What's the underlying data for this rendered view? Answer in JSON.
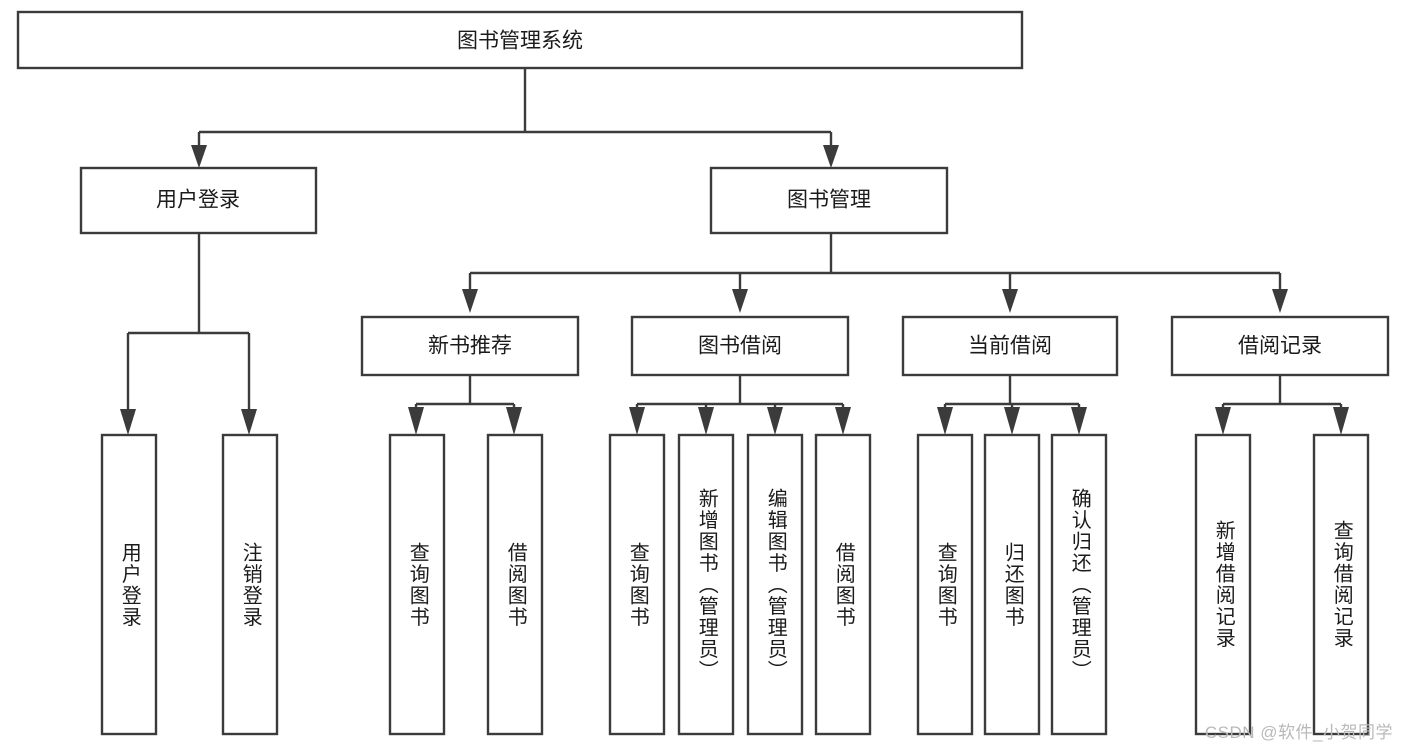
{
  "diagram": {
    "type": "tree-hierarchy-chart",
    "title": "图书管理系统",
    "orientation": "top-down",
    "colors": {
      "box_stroke": "#3b3b3b",
      "box_fill": "#ffffff",
      "connector": "#3b3b3b",
      "text": "#1b1b1b",
      "background": "#ffffff",
      "watermark": "#b9b9b9"
    },
    "levels": [
      {
        "level": 1,
        "nodes": [
          {
            "id": "root",
            "label": "图书管理系统",
            "text_direction": "horizontal"
          }
        ]
      },
      {
        "level": 2,
        "nodes": [
          {
            "id": "login",
            "label": "用户登录",
            "text_direction": "horizontal",
            "parent": "root"
          },
          {
            "id": "bookmgmt",
            "label": "图书管理",
            "text_direction": "horizontal",
            "parent": "root"
          }
        ]
      },
      {
        "level": 3,
        "nodes": [
          {
            "id": "newbooks",
            "label": "新书推荐",
            "text_direction": "horizontal",
            "parent": "bookmgmt"
          },
          {
            "id": "borrow",
            "label": "图书借阅",
            "text_direction": "horizontal",
            "parent": "bookmgmt"
          },
          {
            "id": "current",
            "label": "当前借阅",
            "text_direction": "horizontal",
            "parent": "bookmgmt"
          },
          {
            "id": "records",
            "label": "借阅记录",
            "text_direction": "horizontal",
            "parent": "bookmgmt"
          }
        ]
      },
      {
        "level": 4,
        "nodes": [
          {
            "id": "leaf-user-login",
            "label": "用户登录",
            "text_direction": "vertical",
            "parent": "login"
          },
          {
            "id": "leaf-user-logout",
            "label": "注销登录",
            "text_direction": "vertical",
            "parent": "login"
          },
          {
            "id": "leaf-query-books-1",
            "label": "查询图书",
            "text_direction": "vertical",
            "parent": "newbooks"
          },
          {
            "id": "leaf-borrow-books-1",
            "label": "借阅图书",
            "text_direction": "vertical",
            "parent": "newbooks"
          },
          {
            "id": "leaf-query-books-2",
            "label": "查询图书",
            "text_direction": "vertical",
            "parent": "borrow"
          },
          {
            "id": "leaf-add-book",
            "label": "新增图书（管理员）",
            "text_direction": "vertical",
            "parent": "borrow"
          },
          {
            "id": "leaf-edit-book",
            "label": "编辑图书（管理员）",
            "text_direction": "vertical",
            "parent": "borrow"
          },
          {
            "id": "leaf-borrow-books-2",
            "label": "借阅图书",
            "text_direction": "vertical",
            "parent": "borrow"
          },
          {
            "id": "leaf-query-books-3",
            "label": "查询图书",
            "text_direction": "vertical",
            "parent": "current"
          },
          {
            "id": "leaf-return-book",
            "label": "归还图书",
            "text_direction": "vertical",
            "parent": "current"
          },
          {
            "id": "leaf-confirm-return",
            "label": "确认归还（管理员）",
            "text_direction": "vertical",
            "parent": "current"
          },
          {
            "id": "leaf-add-record",
            "label": "新增借阅记录",
            "text_direction": "vertical",
            "parent": "records"
          },
          {
            "id": "leaf-query-record",
            "label": "查询借阅记录",
            "text_direction": "vertical",
            "parent": "records"
          }
        ]
      }
    ]
  },
  "watermark": {
    "text": "CSDN @软件_小贺同学"
  }
}
